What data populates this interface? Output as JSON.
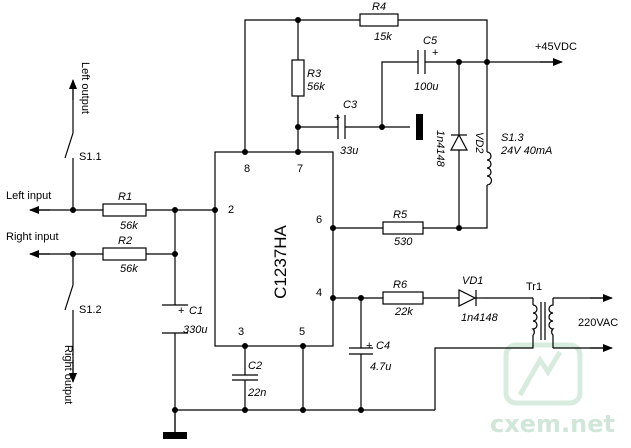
{
  "ic": {
    "name": "C1237HA",
    "pins": [
      "2",
      "8",
      "7",
      "6",
      "4",
      "3",
      "5"
    ]
  },
  "inputs": {
    "left": "Left input",
    "right": "Right input"
  },
  "outputs": {
    "left": "Left output",
    "right": "Right output"
  },
  "switches": {
    "s11": "S1.1",
    "s12": "S1.2",
    "s13": "S1.3",
    "s13_value": "24V 40mA"
  },
  "resistors": {
    "r1": {
      "ref": "R1",
      "value": "56k"
    },
    "r2": {
      "ref": "R2",
      "value": "56k"
    },
    "r3": {
      "ref": "R3",
      "value": "56k"
    },
    "r4": {
      "ref": "R4",
      "value": "15k"
    },
    "r5": {
      "ref": "R5",
      "value": "530"
    },
    "r6": {
      "ref": "R6",
      "value": "22k"
    }
  },
  "capacitors": {
    "c1": {
      "ref": "C1",
      "value": "330u"
    },
    "c2": {
      "ref": "C2",
      "value": "22n"
    },
    "c3": {
      "ref": "C3",
      "value": "33u"
    },
    "c4": {
      "ref": "C4",
      "value": "4.7u"
    },
    "c5": {
      "ref": "C5",
      "value": "100u"
    }
  },
  "diodes": {
    "vd1": {
      "ref": "VD1",
      "value": "1n4148"
    },
    "vd2": {
      "ref": "VD2",
      "value": "1n4148"
    }
  },
  "transformer": {
    "ref": "Tr1"
  },
  "supply": {
    "dc": "+45VDC",
    "ac": "220VAC"
  },
  "polarity": "+",
  "watermark": "cxem.net"
}
